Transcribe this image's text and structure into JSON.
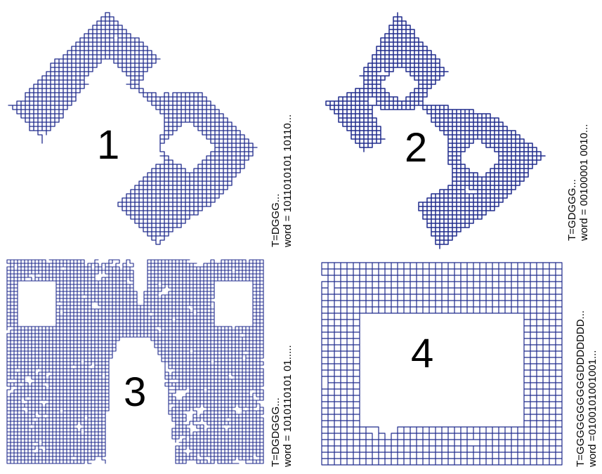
{
  "stroke_color": "#1f2a8c",
  "panels": [
    {
      "number": "1",
      "caption_line1": "T=DGGG...",
      "caption_line2": "word = 1011010101 10110...",
      "curve": "dragon-like word-sequence fractal"
    },
    {
      "number": "2",
      "caption_line1": "T=GDGGG...",
      "caption_line2": "word = 00100001 0010...",
      "curve": "rounded dragon-like fractal"
    },
    {
      "number": "3",
      "caption_line1": "T=DGDGGG...",
      "caption_line2": "word = 1010110101 01.....",
      "curve": "dense square fractal"
    },
    {
      "number": "4",
      "caption_line1": "T=GGGGGGGGGGDDDDDDD...",
      "caption_line2": "word =0100101001001...",
      "curve": "sparse square fractal"
    }
  ]
}
